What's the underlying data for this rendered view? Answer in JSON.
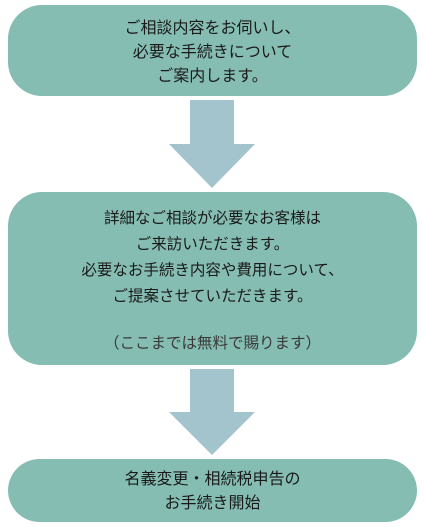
{
  "steps": [
    {
      "lines": [
        "ご相談内容をお伺いし、",
        "必要な手続きについて",
        "ご案内します。"
      ]
    },
    {
      "lines": [
        "詳細なご相談が必要なお客様は",
        "ご来訪いただきます。",
        "必要なお手続き内容や費用について、",
        "ご提案させていただきます。"
      ],
      "note": "（ここまでは無料で賜ります）"
    },
    {
      "lines": [
        "名義変更・相続税申告の",
        "お手続き開始"
      ]
    }
  ],
  "colors": {
    "box_fill": "#85bdb3",
    "arrow_fill": "#a3c4cd",
    "text": "#1a1a1a"
  }
}
